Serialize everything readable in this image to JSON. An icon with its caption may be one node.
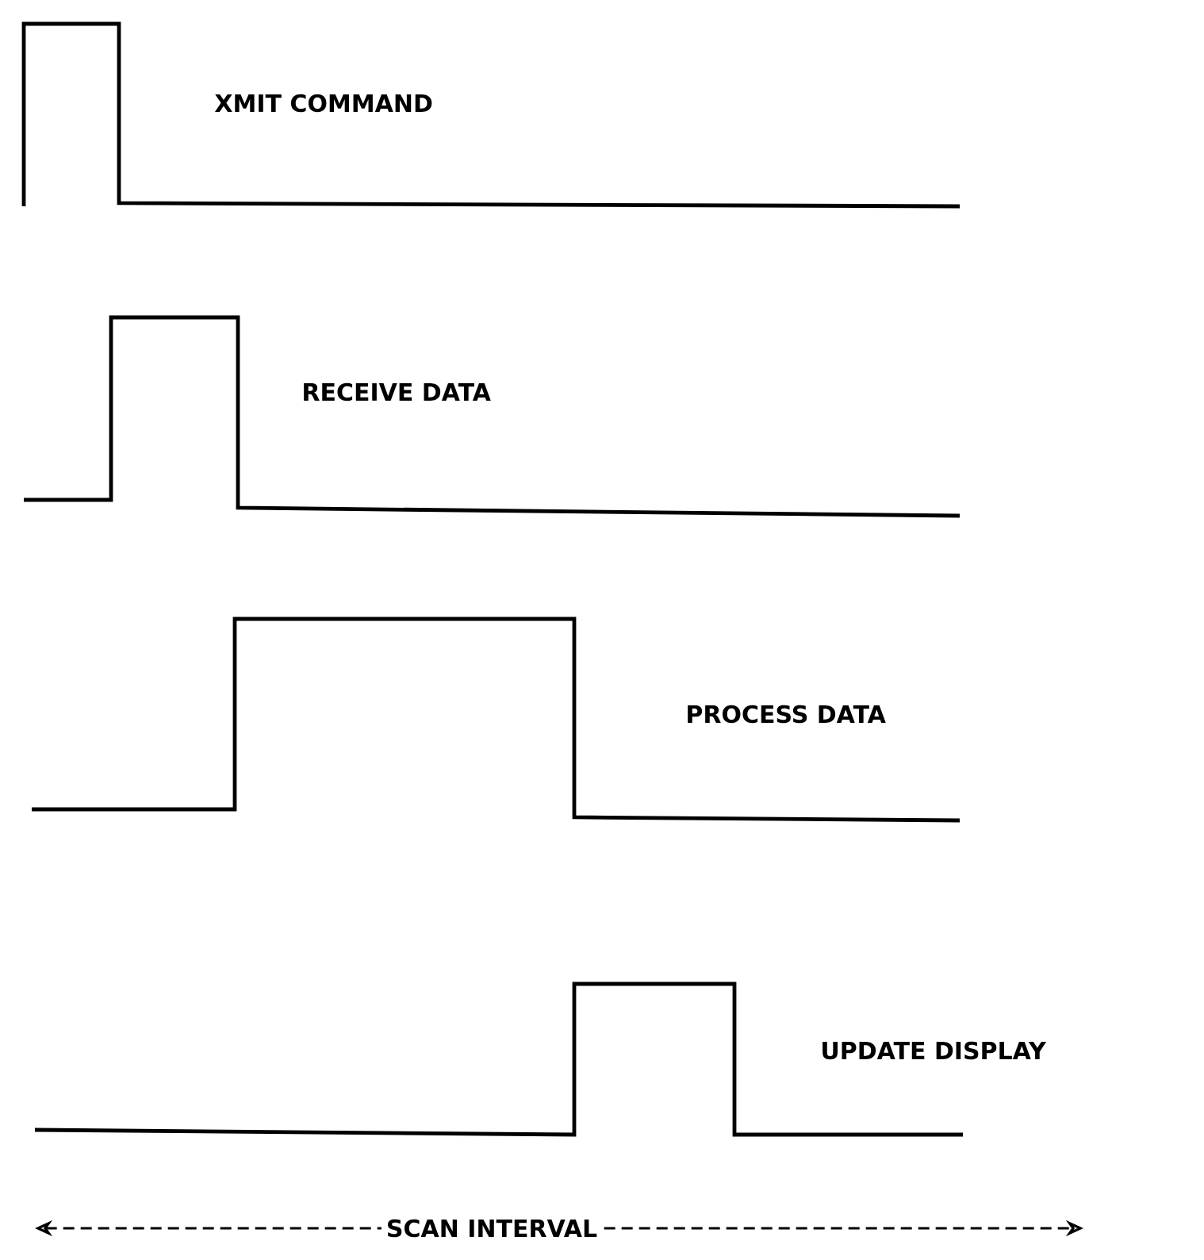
{
  "diagram": {
    "labels": [
      "XMIT COMMAND",
      "RECEIVE DATA",
      "PROCESS DATA",
      "UPDATE DISPLAY",
      "SCAN INTERVAL"
    ]
  }
}
